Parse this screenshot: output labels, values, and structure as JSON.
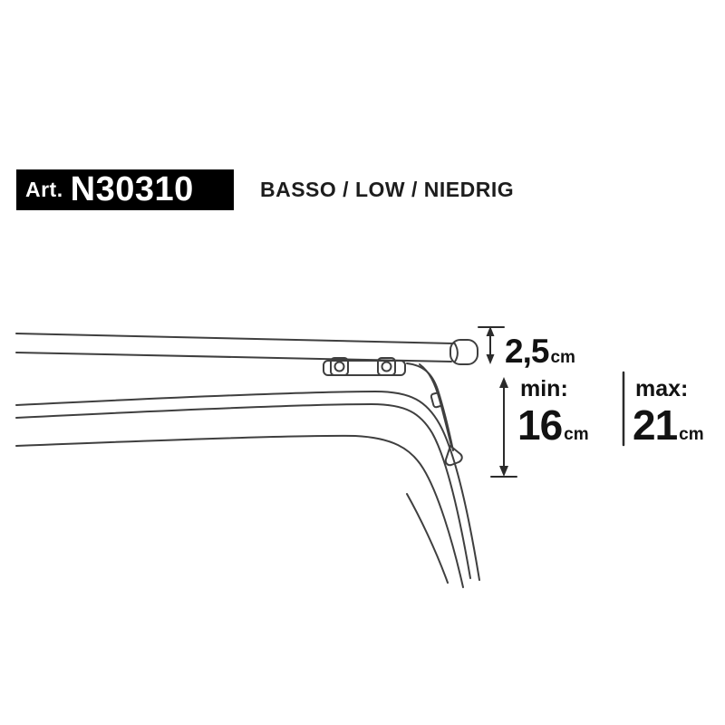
{
  "art": {
    "prefix": "Art.",
    "code": "N30310"
  },
  "variant": "BASSO / LOW / NIEDRIG",
  "dims": {
    "bar": {
      "value": "2,5",
      "unit": "cm"
    },
    "min": {
      "label": "min:",
      "value": "16",
      "unit": "cm"
    },
    "max": {
      "label": "max:",
      "value": "21",
      "unit": "cm"
    }
  },
  "colors": {
    "label_bg": "#000000",
    "label_fg": "#ffffff",
    "line": "#3f3f3f",
    "dimension_line": "#2b2b2b",
    "text": "#121212",
    "background": "#ffffff"
  }
}
